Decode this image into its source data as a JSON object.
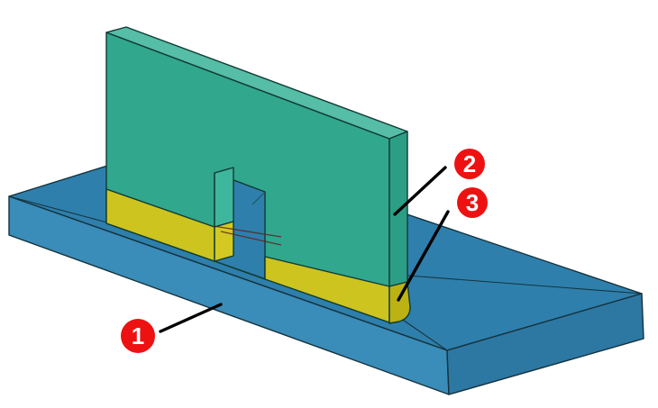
{
  "figure": {
    "type": "3d-annotated-cad-diagram",
    "background": "#ffffff",
    "callouts": [
      {
        "label": "1",
        "points_to": "base-plate-front-face"
      },
      {
        "label": "2",
        "points_to": "wall-side-face"
      },
      {
        "label": "3",
        "points_to": "weld-band-side-face"
      }
    ]
  },
  "colors": {
    "plate_top": "#2e7fac",
    "plate_front": "#3a8cb9",
    "plate_side": "#2d77a3",
    "wall_front": "#31a78e",
    "wall_top": "#56bda7",
    "wall_side": "#2d9e86",
    "jamb_teal": "#3eb69d",
    "jamb_yellow": "#d3c922",
    "weld_front": "#cdc41f",
    "weld_side": "#bdb214",
    "callout_red": "#ee1111",
    "badge_text": "#ffffff",
    "leader_black": "#000000"
  }
}
